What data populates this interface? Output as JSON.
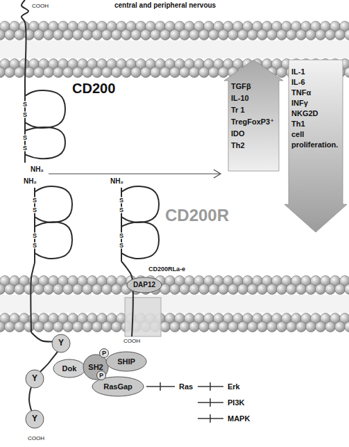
{
  "diagram": {
    "nodes": [
      {
        "text": [
          "TGFβ",
          "IL-10",
          "Tr 1",
          "TregFoxP3⁺",
          "IDO",
          "Th2"
        ]
      },
      {
        "text": [
          "IL-1",
          "IL-6",
          "TNFα",
          "INFγ",
          "NKG2D",
          "Th1",
          "cell proliferation."
        ]
      },
      {
        "text": [
          "DAP12"
        ]
      },
      {
        "text": [
          "Y"
        ]
      },
      {
        "text": [
          "Y"
        ]
      },
      {
        "text": [
          "Y"
        ]
      },
      {
        "text": [
          "Dok"
        ]
      },
      {
        "text": [
          "SH2"
        ]
      },
      {
        "text": [
          "SHIP"
        ]
      },
      {
        "text": [
          "RasGap"
        ]
      }
    ],
    "labels": [
      "central and peripheral nervous",
      "COOH",
      "S",
      "S",
      "S",
      "S",
      "CD200",
      "NH₂",
      "NH₂",
      "S",
      "S",
      "S",
      "S",
      "NH₂",
      "S",
      "S",
      "S",
      "S",
      "CD200R",
      "CD200RLa-e",
      "COOH",
      "P",
      "P",
      "Ras",
      "Erk",
      "PI3K",
      "MAPK",
      "COOH"
    ]
  }
}
